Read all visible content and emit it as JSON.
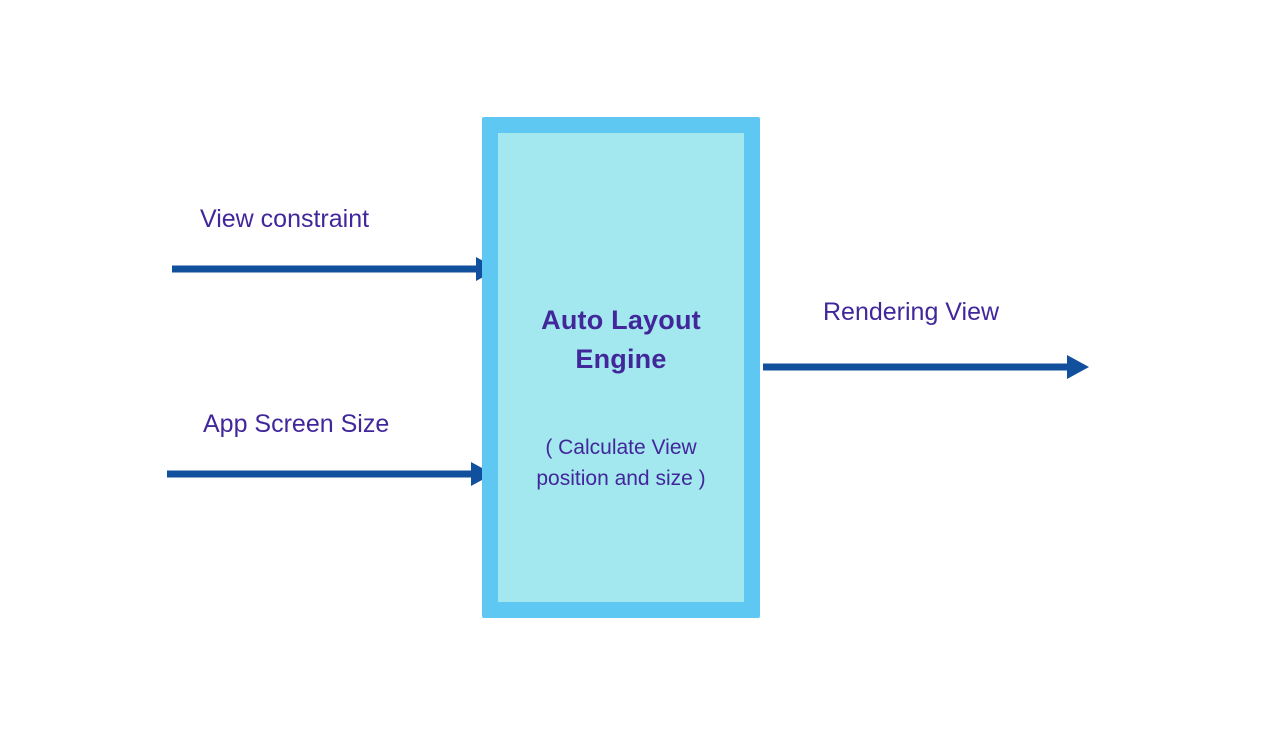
{
  "diagram": {
    "engine_box": {
      "title": "Auto Layout Engine",
      "subtitle": "( Calculate View position and size )"
    },
    "inputs": [
      {
        "label": "View constraint"
      },
      {
        "label": "App Screen Size"
      }
    ],
    "output": {
      "label": "Rendering View"
    }
  },
  "icons": {
    "input_arrow_1": "right-arrow-icon",
    "input_arrow_2": "right-arrow-icon",
    "output_arrow": "right-arrow-icon"
  },
  "colors": {
    "background": "#ffffff",
    "box_border": "#5ec8f2",
    "box_fill": "#a2e8ee",
    "text": "#42279b",
    "arrow": "#11509c"
  }
}
